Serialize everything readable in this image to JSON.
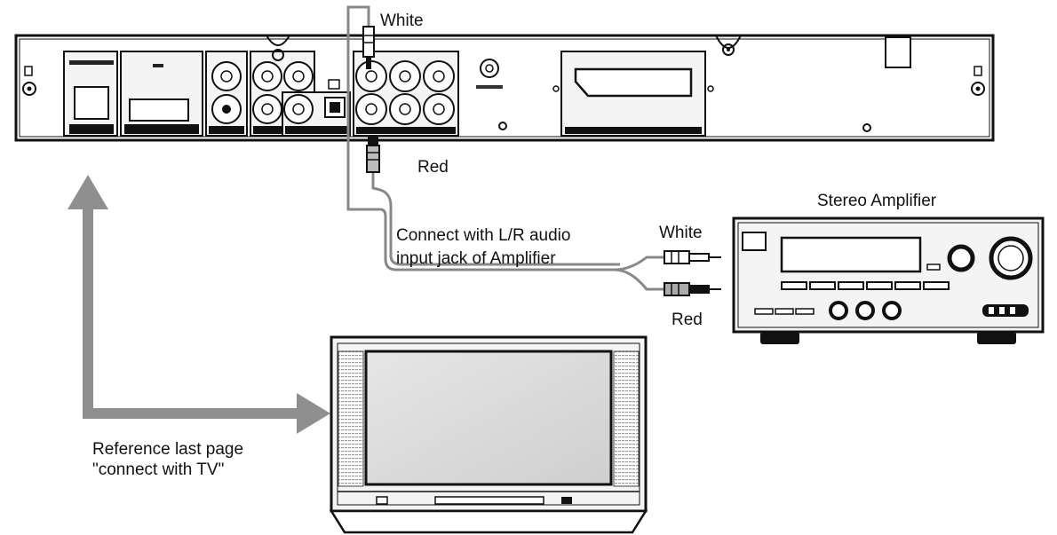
{
  "labels": {
    "white_top": "White",
    "red_top": "Red",
    "stereo_amplifier": "Stereo Amplifier",
    "connect_note_line1": "Connect with L/R audio",
    "connect_note_line2": "input jack of Amplifier",
    "white_amp": "White",
    "red_amp": "Red",
    "reference_line1": "Reference last page",
    "reference_line2": "\"connect with TV\""
  },
  "colors": {
    "line": "#111111",
    "cable": "#888888",
    "arrow": "#8f8f8f",
    "screen": "#dcdcdc",
    "panel": "#f4f4f4"
  }
}
